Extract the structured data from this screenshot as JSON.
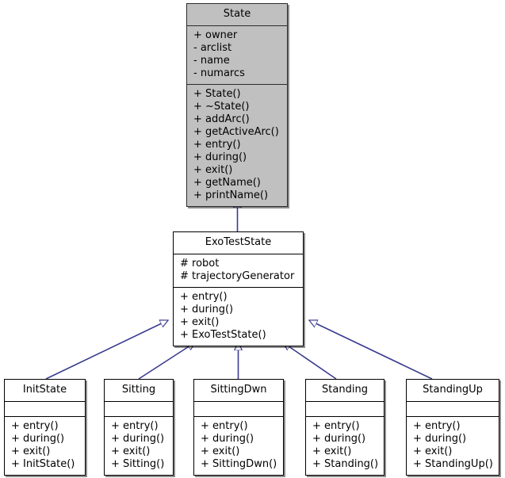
{
  "diagram": {
    "kind": "uml-class-inheritance-diagram",
    "background_color": "#ffffff",
    "edge_color": "#3b3b8f",
    "root_fill_color": "#c0c0c0",
    "leaf_fill_color": "#ffffff",
    "border_color": "#000000"
  },
  "classes": [
    {
      "id": "state",
      "name": "State",
      "highlighted": true,
      "attributes": [
        "+ owner",
        "- arclist",
        "- name",
        "- numarcs"
      ],
      "methods": [
        "+ State()",
        "+ ~State()",
        "+ addArc()",
        "+ getActiveArc()",
        "+ entry()",
        "+ during()",
        "+ exit()",
        "+ getName()",
        "+ printName()"
      ]
    },
    {
      "id": "exoteststate",
      "name": "ExoTestState",
      "highlighted": false,
      "attributes": [
        "# robot",
        "# trajectoryGenerator"
      ],
      "methods": [
        "+ entry()",
        "+ during()",
        "+ exit()",
        "+ ExoTestState()"
      ]
    },
    {
      "id": "initstate",
      "name": "InitState",
      "highlighted": false,
      "attributes": [],
      "methods": [
        "+ entry()",
        "+ during()",
        "+ exit()",
        "+ InitState()"
      ]
    },
    {
      "id": "sitting",
      "name": "Sitting",
      "highlighted": false,
      "attributes": [],
      "methods": [
        "+ entry()",
        "+ during()",
        "+ exit()",
        "+ Sitting()"
      ]
    },
    {
      "id": "sittingdwn",
      "name": "SittingDwn",
      "highlighted": false,
      "attributes": [],
      "methods": [
        "+ entry()",
        "+ during()",
        "+ exit()",
        "+ SittingDwn()"
      ]
    },
    {
      "id": "standing",
      "name": "Standing",
      "highlighted": false,
      "attributes": [],
      "methods": [
        "+ entry()",
        "+ during()",
        "+ exit()",
        "+ Standing()"
      ]
    },
    {
      "id": "standingup",
      "name": "StandingUp",
      "highlighted": false,
      "attributes": [],
      "methods": [
        "+ entry()",
        "+ during()",
        "+ exit()",
        "+ StandingUp()"
      ]
    }
  ],
  "inheritance_edges": [
    {
      "from": "exoteststate",
      "to": "state",
      "type": "generalization"
    },
    {
      "from": "initstate",
      "to": "exoteststate",
      "type": "generalization"
    },
    {
      "from": "sitting",
      "to": "exoteststate",
      "type": "generalization"
    },
    {
      "from": "sittingdwn",
      "to": "exoteststate",
      "type": "generalization"
    },
    {
      "from": "standing",
      "to": "exoteststate",
      "type": "generalization"
    },
    {
      "from": "standingup",
      "to": "exoteststate",
      "type": "generalization"
    }
  ]
}
